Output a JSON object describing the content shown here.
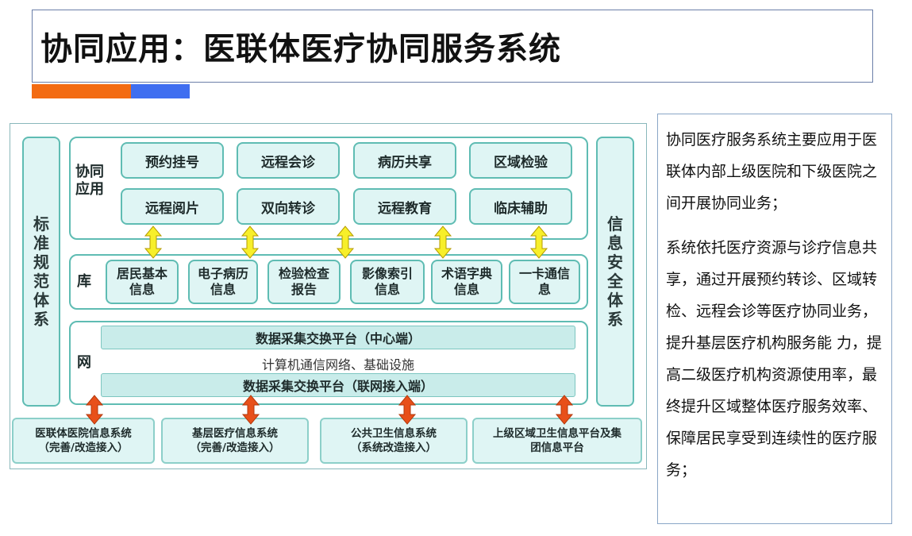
{
  "title": "协同应用：医联体医疗协同服务系统",
  "colors": {
    "orange": "#f36b12",
    "blue": "#3f6ef0",
    "teal_border": "#5fbcb3",
    "teal_fill": "#dff5f4",
    "arrow_yellow": "#f7ef2a",
    "arrow_orange": "#e8501a"
  },
  "diagram": {
    "left_side": "标准规范体系",
    "right_side": "信息安全体系",
    "app_group": {
      "label": "协同应用",
      "items": [
        "预约挂号",
        "远程会诊",
        "病历共享",
        "区域检验",
        "远程阅片",
        "双向转诊",
        "远程教育",
        "临床辅助"
      ]
    },
    "lib_group": {
      "label": "库",
      "items": [
        "居民基本信息",
        "电子病历信息",
        "检验检查报告",
        "影像索引信息",
        "术语字典信息",
        "一卡通信息"
      ]
    },
    "net_group": {
      "label": "网",
      "platform_center": "数据采集交换平台（中心端）",
      "middle_text": "计算机通信网络、基础设施",
      "platform_edge": "数据采集交换平台（联网接入端）"
    },
    "bottom": [
      {
        "line1": "医联体医院信息系统",
        "line2": "（完善/改造接入）"
      },
      {
        "line1": "基层医疗信息系统",
        "line2": "（完善/改造接入）"
      },
      {
        "line1": "公共卫生信息系统",
        "line2": "（系统改造接入）"
      },
      {
        "line1": "上级区域卫生信息平台及集",
        "line2": "团信息平台"
      }
    ]
  },
  "description": {
    "p1": "协同医疗服务系统主要应用于医联体内部上级医院和下级医院之间开展协同业务；",
    "p2": "系统依托医疗资源与诊疗信息共享，通过开展预约转诊、区域转检、远程会诊等医疗协同业务，提升基层医疗机构服务能 力，提高二级医疗机构资源使用率，最终提升区域整体医疗服务效率、保障居民享受到连续性的医疗服务；"
  }
}
